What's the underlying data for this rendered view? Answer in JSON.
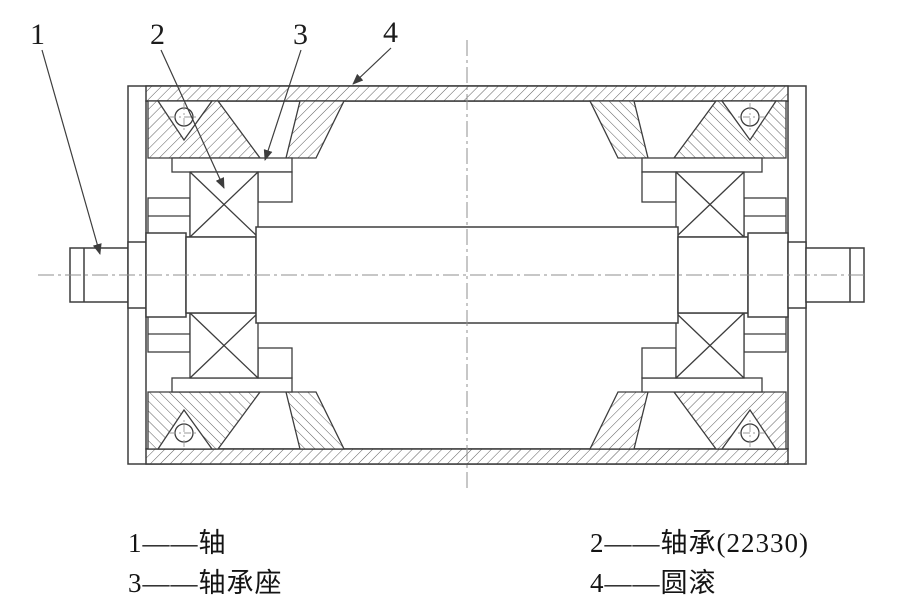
{
  "figure": {
    "callouts": {
      "c1": "1",
      "c2": "2",
      "c3": "3",
      "c4": "4"
    },
    "legend": {
      "separator": "——",
      "items": [
        {
          "num": "1",
          "name": "轴"
        },
        {
          "num": "2",
          "name": "轴承(22330)"
        },
        {
          "num": "3",
          "name": "轴承座"
        },
        {
          "num": "4",
          "name": "圆滚"
        }
      ]
    }
  }
}
